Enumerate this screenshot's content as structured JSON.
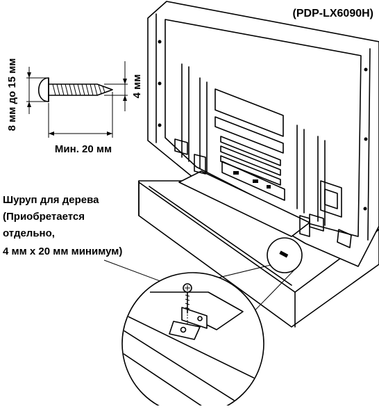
{
  "model_label": "(PDP-LX6090H)",
  "screw": {
    "length_label": "Мин. 20 мм",
    "head_label": "8 мм до 15 мм",
    "diameter_label": "4 мм"
  },
  "wood_screw_note": {
    "line1": "Шуруп для дерева",
    "line2": "(Приобретается",
    "line3": "отдельно,",
    "line4": "4 мм х 20 мм минимум)"
  }
}
